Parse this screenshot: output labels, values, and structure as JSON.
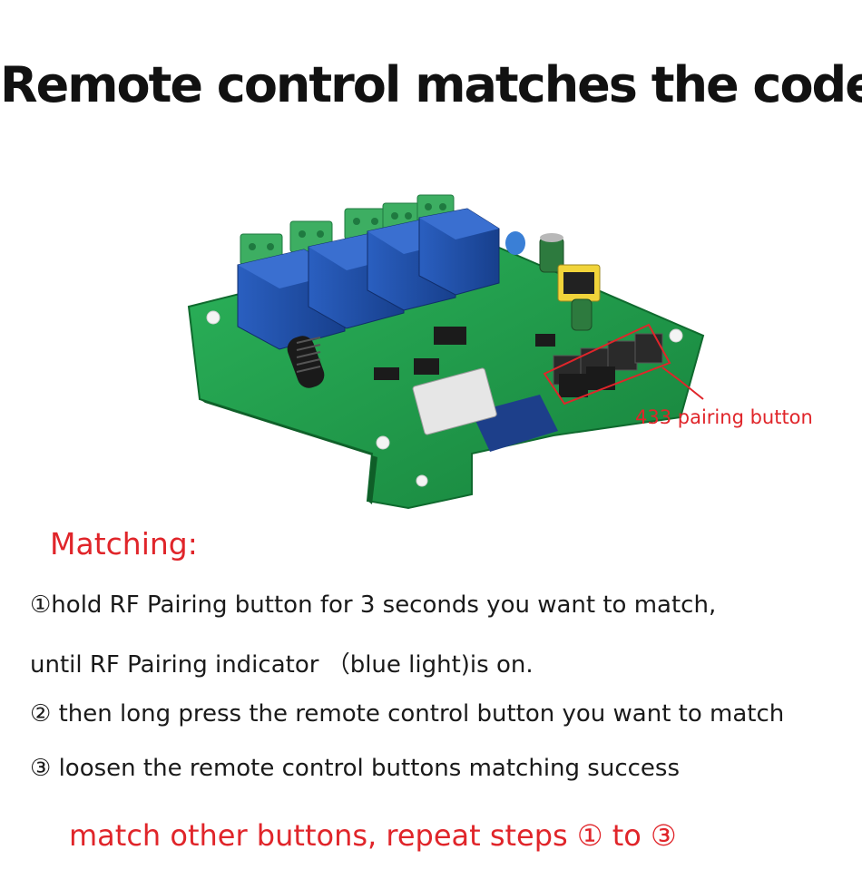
{
  "title": "Remote control matches the code",
  "figure": {
    "callout_label": "433 pairing button",
    "board_color": "#1f9a4a",
    "relay_color": "#1f4fa8",
    "terminal_color": "#3aa35a",
    "callout_color": "#e0252a"
  },
  "matching": {
    "heading": "Matching:",
    "steps": [
      "①hold RF Pairing button for 3 seconds you want to match,",
      "until RF Pairing indicator （blue light)is on.",
      "② then long press the remote control button you want to match",
      "③ loosen the remote control buttons matching success"
    ],
    "footer": "match other buttons, repeat steps ① to ③"
  }
}
